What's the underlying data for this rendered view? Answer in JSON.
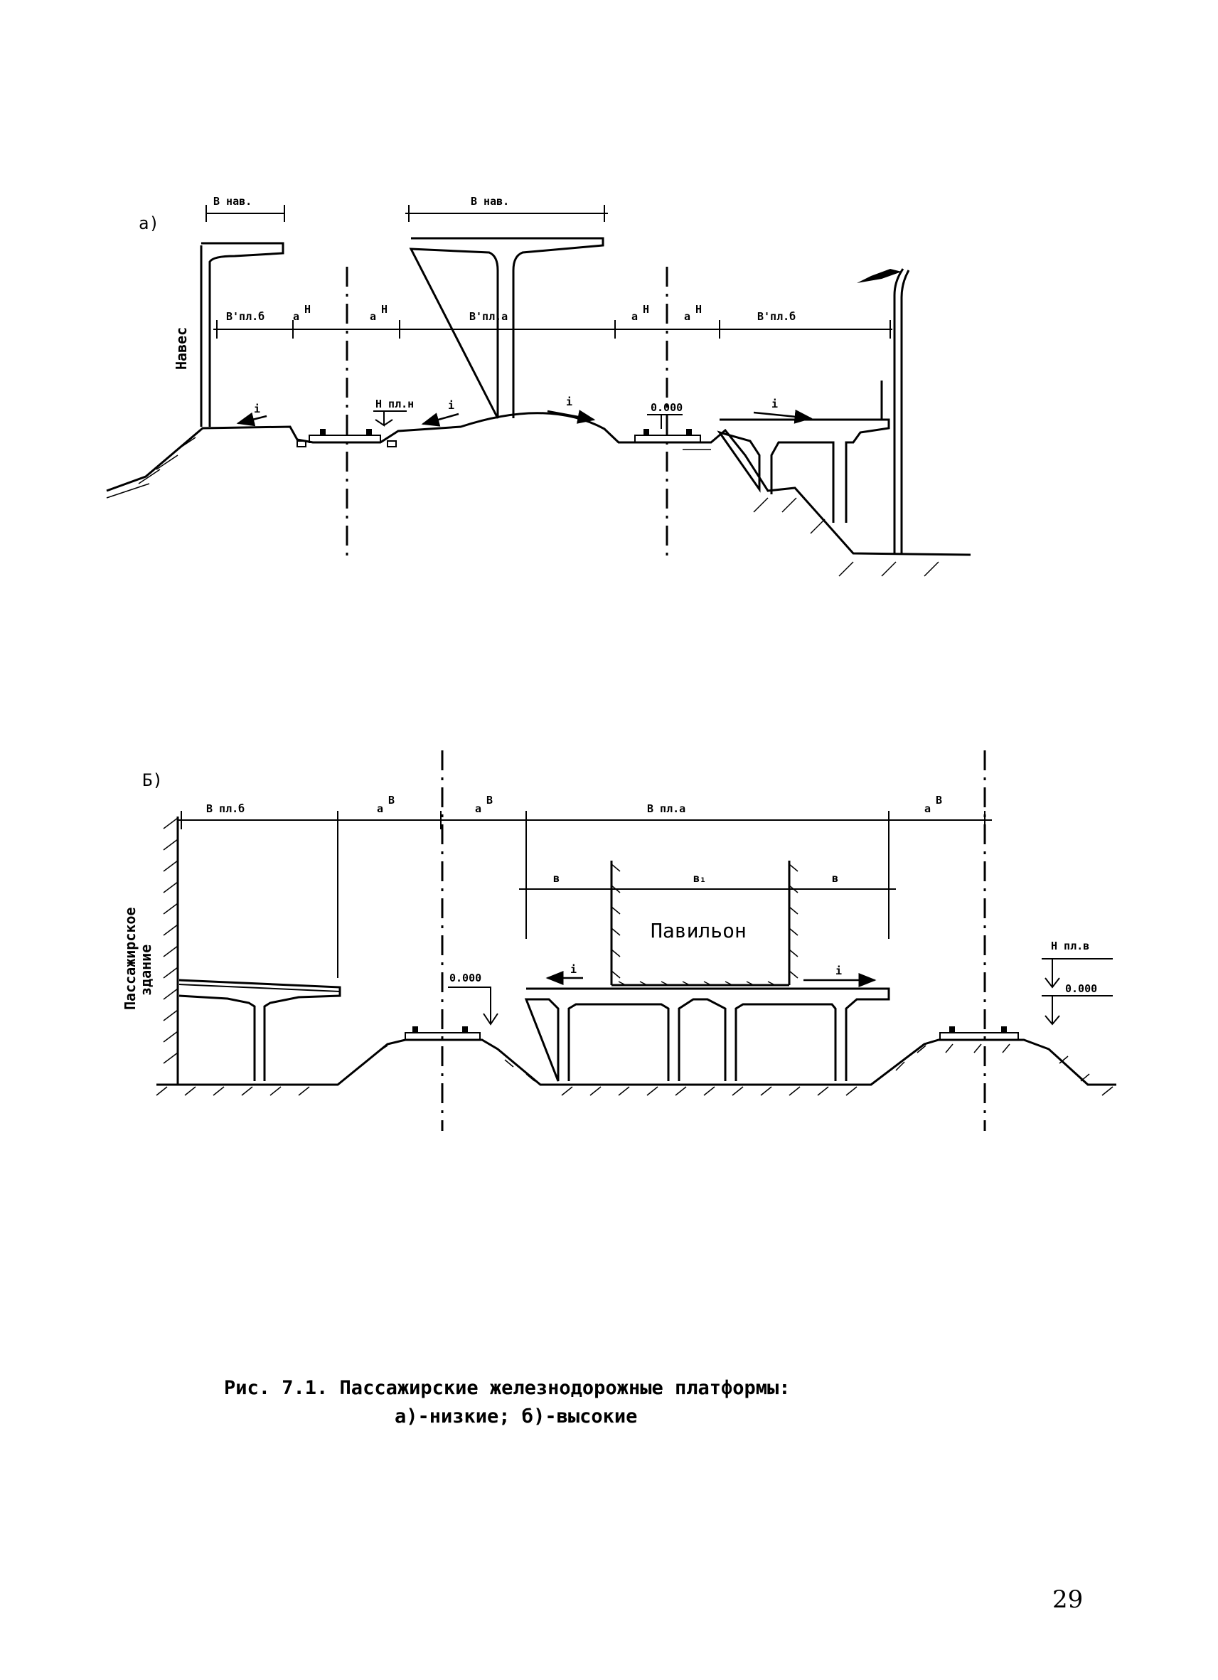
{
  "figure_a": {
    "marker": "а)",
    "canopy_label": "Навес",
    "b_nav_left": "В нав.",
    "b_nav_center": "В нав.",
    "b_pl_b_left": "В'пл.б",
    "a_n_1": "а",
    "a_n_1_sup": "Н",
    "a_n_2": "а",
    "a_n_2_sup": "Н",
    "b_pl_a": "В'пл.а",
    "a_n_3": "а",
    "a_n_3_sup": "Н",
    "a_n_4": "а",
    "a_n_4_sup": "Н",
    "b_pl_b_right": "В'пл.б",
    "h_pl_n": "Н пл.н",
    "level_zero": "0.000",
    "slope_1": "i",
    "slope_2": "i",
    "slope_3": "i",
    "slope_4": "i"
  },
  "figure_b": {
    "marker": "Б)",
    "building_label_1": "Пассажирское",
    "building_label_2": "здание",
    "b_pl_b": "В пл.б",
    "a_v_1": "а",
    "a_v_1_sup": "В",
    "a_v_2": "а",
    "a_v_2_sup": "В",
    "b_pl_a": "В пл.а",
    "a_v_3": "а",
    "a_v_3_sup": "В",
    "sub_b_left": "в",
    "sub_b_mid": "в₁",
    "sub_b_right": "в",
    "pavilion": "Павильон",
    "level_zero_left": "0.000",
    "h_pl_v": "Н пл.в",
    "level_zero_right": "0.000",
    "slope_1": "i",
    "slope_2": "i"
  },
  "caption": {
    "line1": "Рис. 7.1.  Пассажирские железнодорожные платформы:",
    "line2": "а)-низкие; б)-высокие"
  },
  "page_number": "29"
}
